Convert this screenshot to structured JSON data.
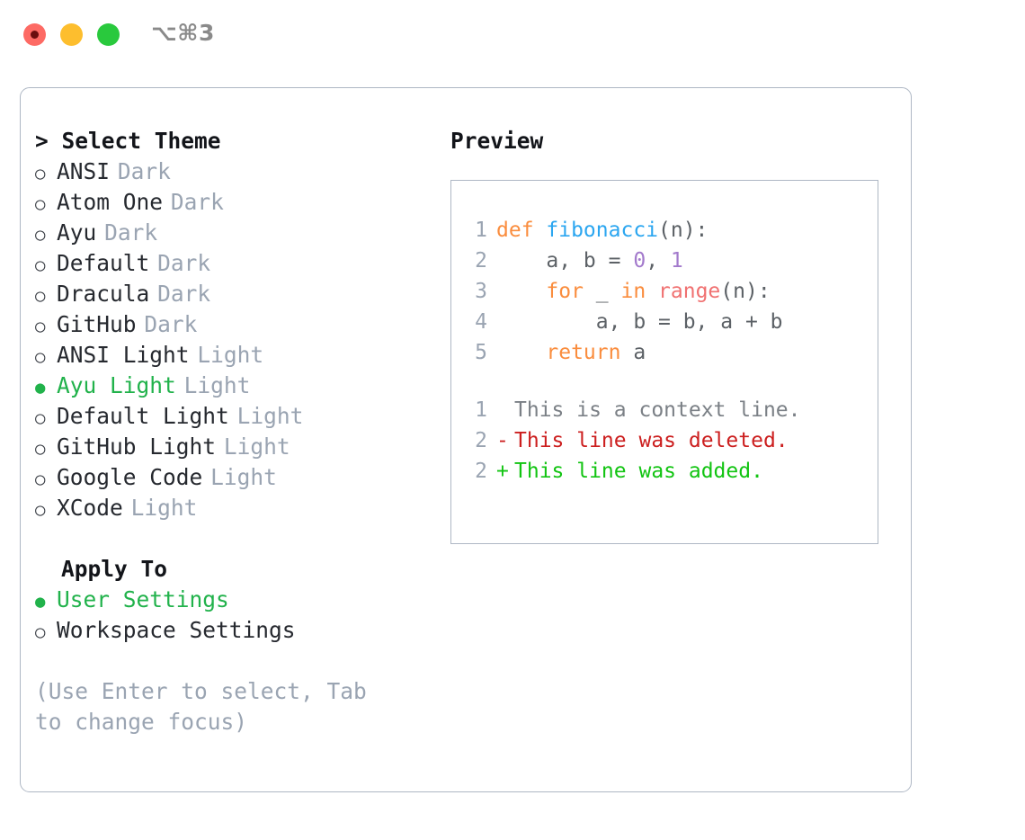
{
  "titlebar": {
    "shortcut": "⌥⌘3",
    "lights": [
      {
        "name": "close",
        "color": "#fd6a64"
      },
      {
        "name": "minimize",
        "color": "#fdbe2e"
      },
      {
        "name": "maximize",
        "color": "#29c93d"
      }
    ]
  },
  "theme_list": {
    "header": "> Select Theme",
    "items": [
      {
        "marker": "○",
        "label": "ANSI",
        "tag": "Dark",
        "selected": false
      },
      {
        "marker": "○",
        "label": "Atom One",
        "tag": "Dark",
        "selected": false
      },
      {
        "marker": "○",
        "label": "Ayu",
        "tag": "Dark",
        "selected": false
      },
      {
        "marker": "○",
        "label": "Default",
        "tag": "Dark",
        "selected": false
      },
      {
        "marker": "○",
        "label": "Dracula",
        "tag": "Dark",
        "selected": false
      },
      {
        "marker": "○",
        "label": "GitHub",
        "tag": "Dark",
        "selected": false
      },
      {
        "marker": "○",
        "label": "ANSI Light",
        "tag": "Light",
        "selected": false
      },
      {
        "marker": "●",
        "label": "Ayu Light",
        "tag": "Light",
        "selected": true
      },
      {
        "marker": "○",
        "label": "Default Light",
        "tag": "Light",
        "selected": false
      },
      {
        "marker": "○",
        "label": "GitHub Light",
        "tag": "Light",
        "selected": false
      },
      {
        "marker": "○",
        "label": "Google Code",
        "tag": "Light",
        "selected": false
      },
      {
        "marker": "○",
        "label": "XCode",
        "tag": "Light",
        "selected": false
      }
    ]
  },
  "apply_to": {
    "header": "Apply To",
    "items": [
      {
        "marker": "●",
        "label": "User Settings",
        "selected": true
      },
      {
        "marker": "○",
        "label": "Workspace Settings",
        "selected": false
      }
    ]
  },
  "hint": "(Use Enter to select, Tab to change focus)",
  "preview": {
    "title": "Preview",
    "code_lines": [
      {
        "ln": "1",
        "tokens": [
          {
            "text": "def ",
            "cls": "tok-kw"
          },
          {
            "text": "fibonacci",
            "cls": "tok-fn"
          },
          {
            "text": "(n):",
            "cls": "tok-txt"
          }
        ]
      },
      {
        "ln": "2",
        "tokens": [
          {
            "text": "    a, b = ",
            "cls": "tok-txt"
          },
          {
            "text": "0",
            "cls": "tok-num"
          },
          {
            "text": ", ",
            "cls": "tok-txt"
          },
          {
            "text": "1",
            "cls": "tok-num"
          }
        ]
      },
      {
        "ln": "3",
        "tokens": [
          {
            "text": "    ",
            "cls": "tok-txt"
          },
          {
            "text": "for",
            "cls": "tok-kw"
          },
          {
            "text": " _ ",
            "cls": "tok-txt"
          },
          {
            "text": "in",
            "cls": "tok-kw"
          },
          {
            "text": " ",
            "cls": "tok-txt"
          },
          {
            "text": "range",
            "cls": "tok-call"
          },
          {
            "text": "(n):",
            "cls": "tok-txt"
          }
        ]
      },
      {
        "ln": "4",
        "tokens": [
          {
            "text": "        a, b = b, a + b",
            "cls": "tok-txt"
          }
        ]
      },
      {
        "ln": "5",
        "tokens": [
          {
            "text": "    ",
            "cls": "tok-txt"
          },
          {
            "text": "return",
            "cls": "tok-kw"
          },
          {
            "text": " a",
            "cls": "tok-txt"
          }
        ]
      }
    ],
    "diff_lines": [
      {
        "ln": "1",
        "mark": " ",
        "text": "This is a context line.",
        "cls": "tok-ctx"
      },
      {
        "ln": "2",
        "mark": "-",
        "text": "This line was deleted.",
        "cls": "tok-del"
      },
      {
        "ln": "2",
        "mark": "+",
        "text": "This line was added.",
        "cls": "tok-add"
      }
    ]
  },
  "colors": {
    "accent_green": "#21b24b",
    "dim": "#9aa4b2",
    "border": "#aeb7c4",
    "keyword": "#fa8d3e",
    "function": "#2ba6f0",
    "number": "#a37acc",
    "builtin": "#f07171",
    "diff_added": "#12c412",
    "diff_deleted": "#cc1f1f"
  }
}
